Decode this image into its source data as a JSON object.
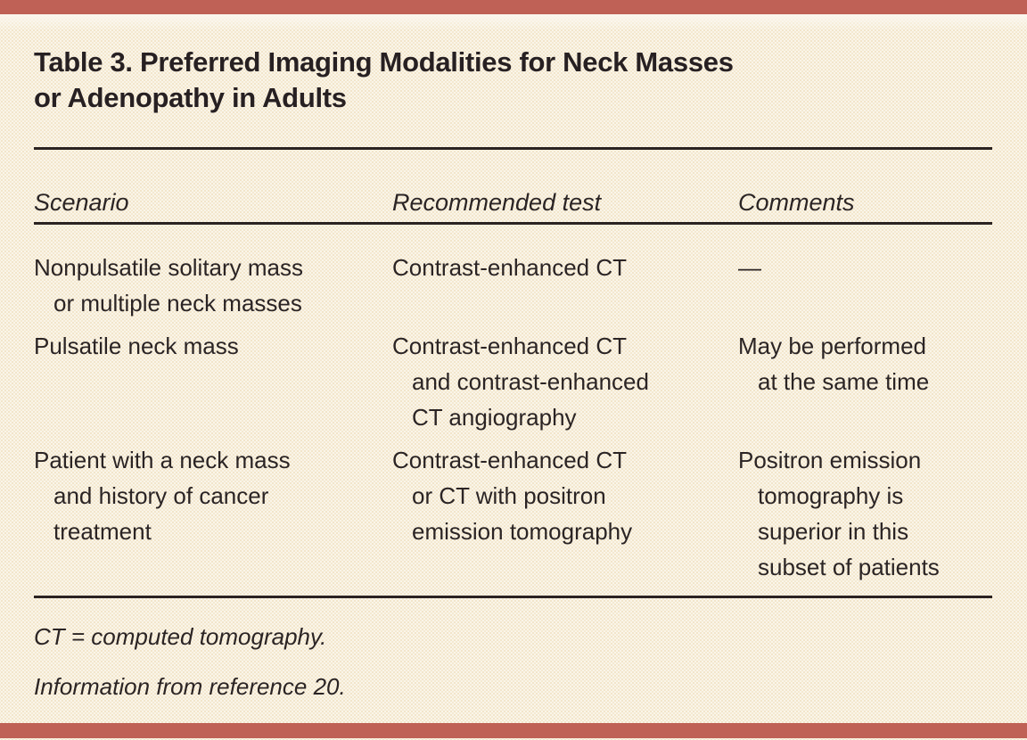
{
  "page": {
    "accent_color": "#bf6156",
    "background_color": "#f6eed9",
    "text_color": "#2b2424",
    "rule_color": "#2b2321"
  },
  "table": {
    "title_lines": [
      "Table 3. Preferred Imaging Modalities for Neck Masses",
      "or Adenopathy in Adults"
    ],
    "columns": [
      {
        "label": "Scenario"
      },
      {
        "label": "Recommended test"
      },
      {
        "label": "Comments"
      }
    ],
    "rows": [
      {
        "scenario": [
          "Nonpulsatile solitary mass",
          "or multiple neck masses"
        ],
        "test": [
          "Contrast-enhanced CT"
        ],
        "comments": [
          "—"
        ]
      },
      {
        "scenario": [
          "Pulsatile neck mass"
        ],
        "test": [
          "Contrast-enhanced CT",
          "and contrast-enhanced",
          "CT angiography"
        ],
        "comments": [
          "May be performed",
          "at the same time"
        ]
      },
      {
        "scenario": [
          "Patient with a neck mass",
          "and history of cancer",
          "treatment"
        ],
        "test": [
          "Contrast-enhanced CT",
          "or CT with positron",
          "emission tomography"
        ],
        "comments": [
          "Positron emission",
          "tomography is",
          "superior in this",
          "subset of patients"
        ]
      }
    ],
    "footnotes": [
      "CT = computed tomography.",
      "Information from reference 20."
    ]
  }
}
